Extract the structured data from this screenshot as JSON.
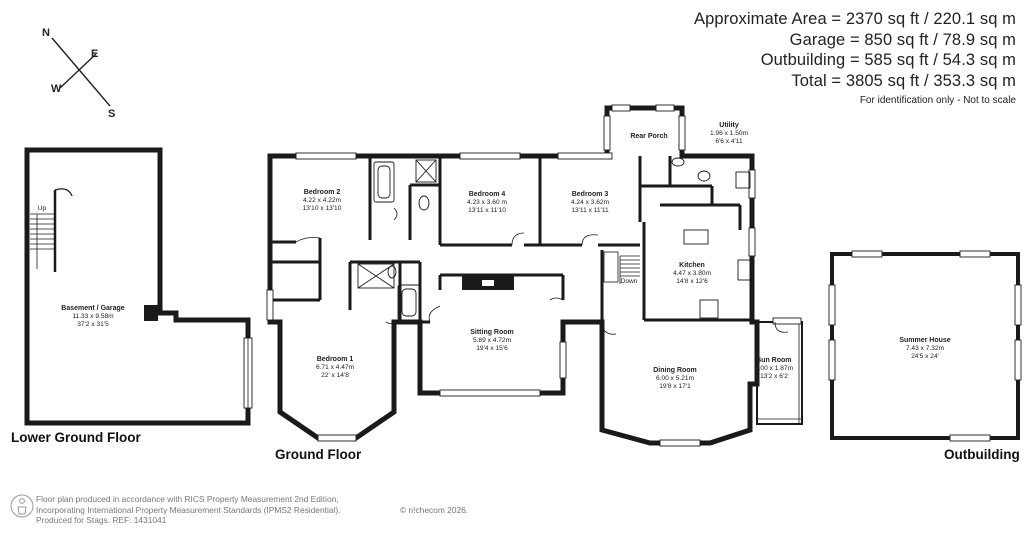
{
  "area_summary": {
    "lines": [
      "Approximate Area = 2370 sq ft / 220.1 sq m",
      "Garage = 850 sq ft / 78.9 sq m",
      "Outbuilding = 585 sq ft / 54.3 sq m",
      "Total = 3805 sq ft / 353.3 sq m"
    ],
    "note": "For identification only - Not to scale"
  },
  "compass": {
    "n": "N",
    "e": "E",
    "s": "S",
    "w": "W"
  },
  "floors": {
    "lower_ground": "Lower Ground Floor",
    "ground": "Ground Floor",
    "outbuilding": "Outbuilding"
  },
  "rooms": {
    "basement": {
      "name": "Basement / Garage",
      "metric": "11.33 x 9.58m",
      "imperial": "37'2 x 31'5"
    },
    "bedroom2": {
      "name": "Bedroom 2",
      "metric": "4.22 x 4.22m",
      "imperial": "13'10 x 13'10"
    },
    "bedroom4": {
      "name": "Bedroom 4",
      "metric": "4.23 x 3.60 m",
      "imperial": "13'11 x 11'10"
    },
    "bedroom3": {
      "name": "Bedroom 3",
      "metric": "4.24 x 3.62m",
      "imperial": "13'11 x 11'11"
    },
    "rear_porch": {
      "name": "Rear Porch"
    },
    "utility": {
      "name": "Utility",
      "metric": "1.96 x 1.50m",
      "imperial": "6'6 x 4'11"
    },
    "kitchen": {
      "name": "Kitchen",
      "metric": "4.47 x 3.80m",
      "imperial": "14'8 x 12'6"
    },
    "sitting": {
      "name": "Sitting Room",
      "metric": "5.89 x 4.72m",
      "imperial": "19'4 x 15'6"
    },
    "bedroom1": {
      "name": "Bedroom 1",
      "metric": "6.71 x 4.47m",
      "imperial": "22' x 14'8"
    },
    "dining": {
      "name": "Dining Room",
      "metric": "6.00 x 5.21m",
      "imperial": "19'8 x 17'1"
    },
    "sun": {
      "name": "Sun Room",
      "metric": "4.00 x 1.87m",
      "imperial": "13'2 x 6'2"
    },
    "summer": {
      "name": "Summer House",
      "metric": "7.43 x 7.32m",
      "imperial": "24'5 x 24'"
    }
  },
  "stairs": {
    "up": "Up",
    "down": "Down"
  },
  "footer": {
    "lines": [
      "Floor plan produced in accordance with RICS Property Measurement 2nd Edition,",
      "Incorporating International Property Measurement Standards (IPMS2 Residential).",
      "Produced for Stags.   REF: 1431041"
    ],
    "copyright": "© n!checom 2026."
  }
}
